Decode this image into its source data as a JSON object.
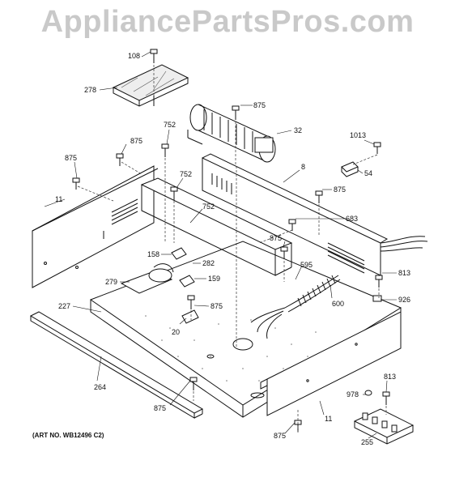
{
  "watermark": "AppliancePartsPros.com",
  "art_number": "(ART NO. WB12496 C2)",
  "callouts": [
    {
      "id": "c108",
      "text": "108"
    },
    {
      "id": "c278",
      "text": "278"
    },
    {
      "id": "c875a",
      "text": "875"
    },
    {
      "id": "c32",
      "text": "32"
    },
    {
      "id": "c752a",
      "text": "752"
    },
    {
      "id": "c875b",
      "text": "875"
    },
    {
      "id": "c1013",
      "text": "1013"
    },
    {
      "id": "c875c",
      "text": "875"
    },
    {
      "id": "c8",
      "text": "8"
    },
    {
      "id": "c54",
      "text": "54"
    },
    {
      "id": "c752b",
      "text": "752"
    },
    {
      "id": "c11a",
      "text": "11"
    },
    {
      "id": "c875d",
      "text": "875"
    },
    {
      "id": "c752c",
      "text": "752"
    },
    {
      "id": "c683",
      "text": "683"
    },
    {
      "id": "c875e",
      "text": "875"
    },
    {
      "id": "c158",
      "text": "158"
    },
    {
      "id": "c282",
      "text": "282"
    },
    {
      "id": "c595",
      "text": "595"
    },
    {
      "id": "c813a",
      "text": "813"
    },
    {
      "id": "c279",
      "text": "279"
    },
    {
      "id": "c159",
      "text": "159"
    },
    {
      "id": "c227",
      "text": "227"
    },
    {
      "id": "c875f",
      "text": "875"
    },
    {
      "id": "c600",
      "text": "600"
    },
    {
      "id": "c926",
      "text": "926"
    },
    {
      "id": "c20",
      "text": "20"
    },
    {
      "id": "c264",
      "text": "264"
    },
    {
      "id": "c813b",
      "text": "813"
    },
    {
      "id": "c978",
      "text": "978"
    },
    {
      "id": "c875g",
      "text": "875"
    },
    {
      "id": "c11b",
      "text": "11"
    },
    {
      "id": "c875h",
      "text": "875"
    },
    {
      "id": "c255",
      "text": "255"
    }
  ]
}
